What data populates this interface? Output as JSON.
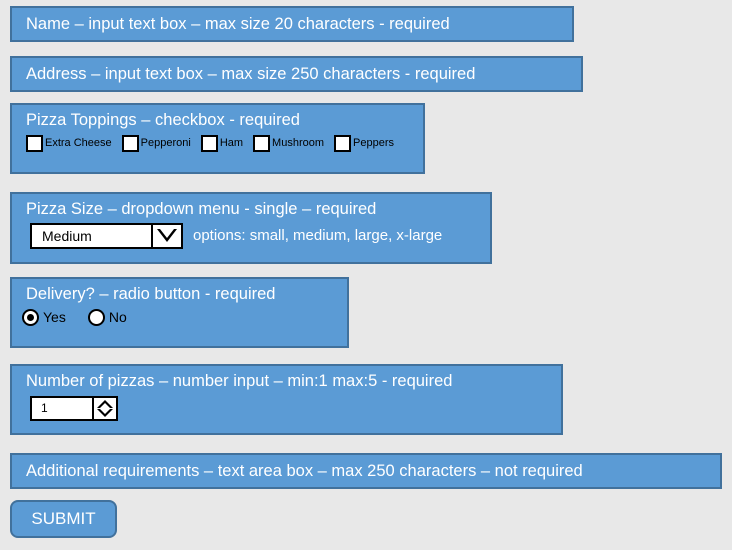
{
  "theme": {
    "background": "#e8e8e8",
    "box_fill": "#5b9bd5",
    "box_border": "#41719c",
    "box_text": "#ffffff",
    "control_border": "#000000",
    "control_fill": "#ffffff"
  },
  "fields": {
    "name": {
      "title": "Name – input text box – max size 20 characters - required"
    },
    "address": {
      "title": "Address – input text box – max size 250 characters - required"
    },
    "toppings": {
      "title": "Pizza Toppings – checkbox - required",
      "options": [
        {
          "label": "Extra Cheese",
          "checked": false
        },
        {
          "label": "Pepperoni",
          "checked": false
        },
        {
          "label": "Ham",
          "checked": false
        },
        {
          "label": "Mushroom",
          "checked": false
        },
        {
          "label": "Peppers",
          "checked": false
        }
      ]
    },
    "size": {
      "title": "Pizza Size – dropdown menu - single – required",
      "selected_value": "Medium",
      "hint": "options: small, medium, large, x-large",
      "options": [
        "small",
        "medium",
        "large",
        "x-large"
      ]
    },
    "delivery": {
      "title": "Delivery? – radio button - required",
      "options": [
        {
          "label": "Yes",
          "checked": true
        },
        {
          "label": "No",
          "checked": false
        }
      ]
    },
    "number_of_pizzas": {
      "title": "Number of pizzas – number input – min:1 max:5 - required",
      "value": "1",
      "min": "1",
      "max": "5"
    },
    "additional_requirements": {
      "title": "Additional requirements – text area box – max 250 characters – not required"
    }
  },
  "submit": {
    "label": "SUBMIT"
  }
}
